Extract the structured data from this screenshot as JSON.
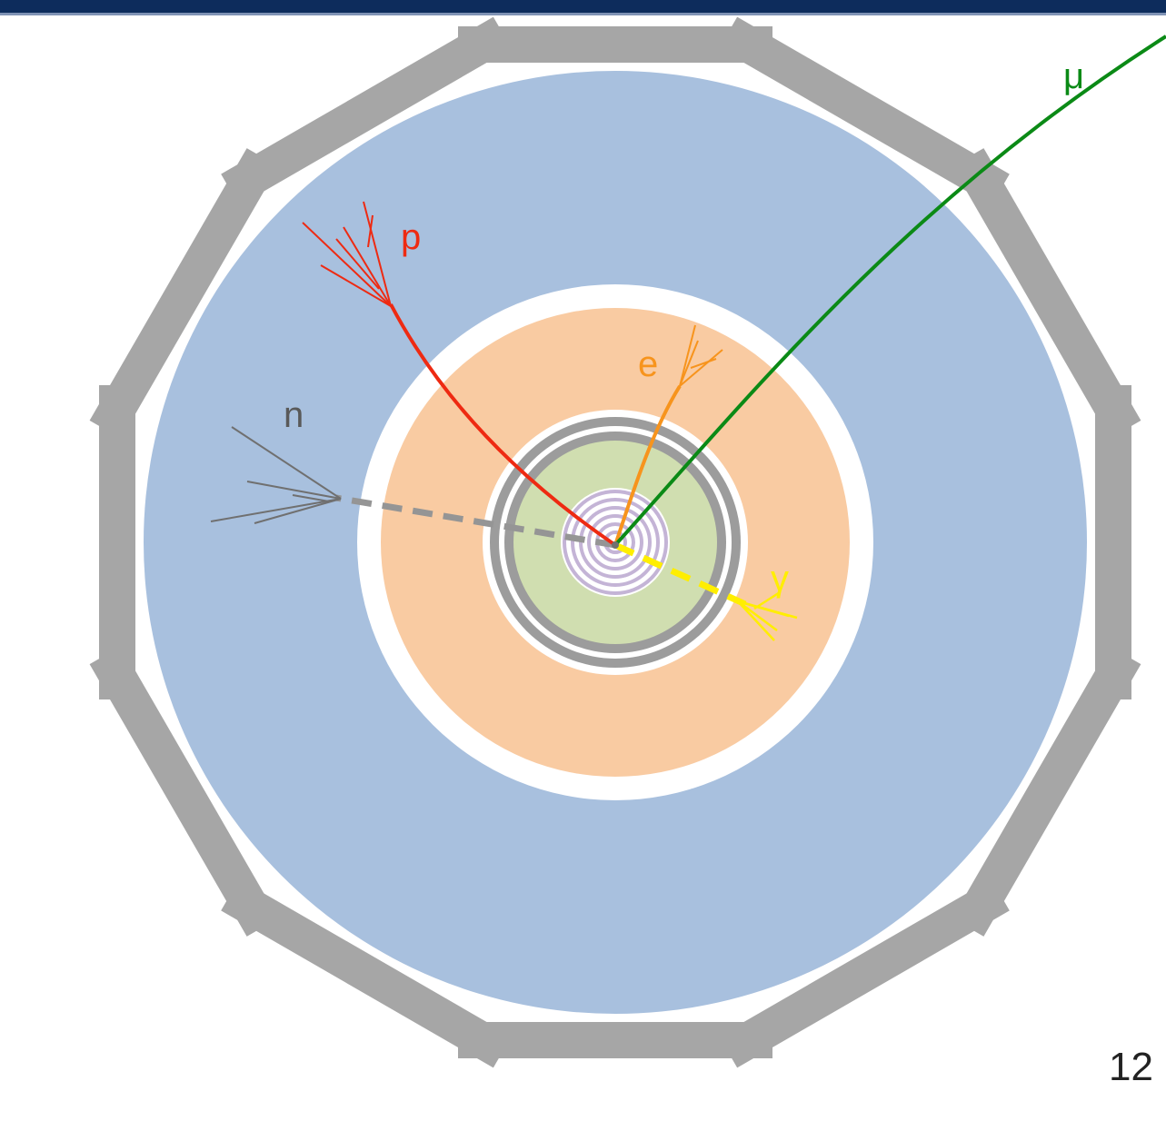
{
  "diagram": {
    "particles": [
      {
        "id": "proton",
        "label": "p",
        "color": "#ee2a12"
      },
      {
        "id": "electron",
        "label": "e",
        "color": "#f7941d"
      },
      {
        "id": "muon",
        "label": "μ",
        "color": "#0b8a16"
      },
      {
        "id": "neutron",
        "label": "n",
        "color": "#707070"
      },
      {
        "id": "photon",
        "label": "γ",
        "color": "#ffee00"
      }
    ],
    "colors": {
      "muon_chambers": "#a6a6a6",
      "hadron_calorimeter": "#a8c0de",
      "em_calorimeter": "#f9cba2",
      "solenoid": "#9c9c9c",
      "tracker": "#d0deb0",
      "pixel_detector": "#c4b4d6",
      "header_bar": "#0d2c5c"
    }
  },
  "page_number": "12"
}
